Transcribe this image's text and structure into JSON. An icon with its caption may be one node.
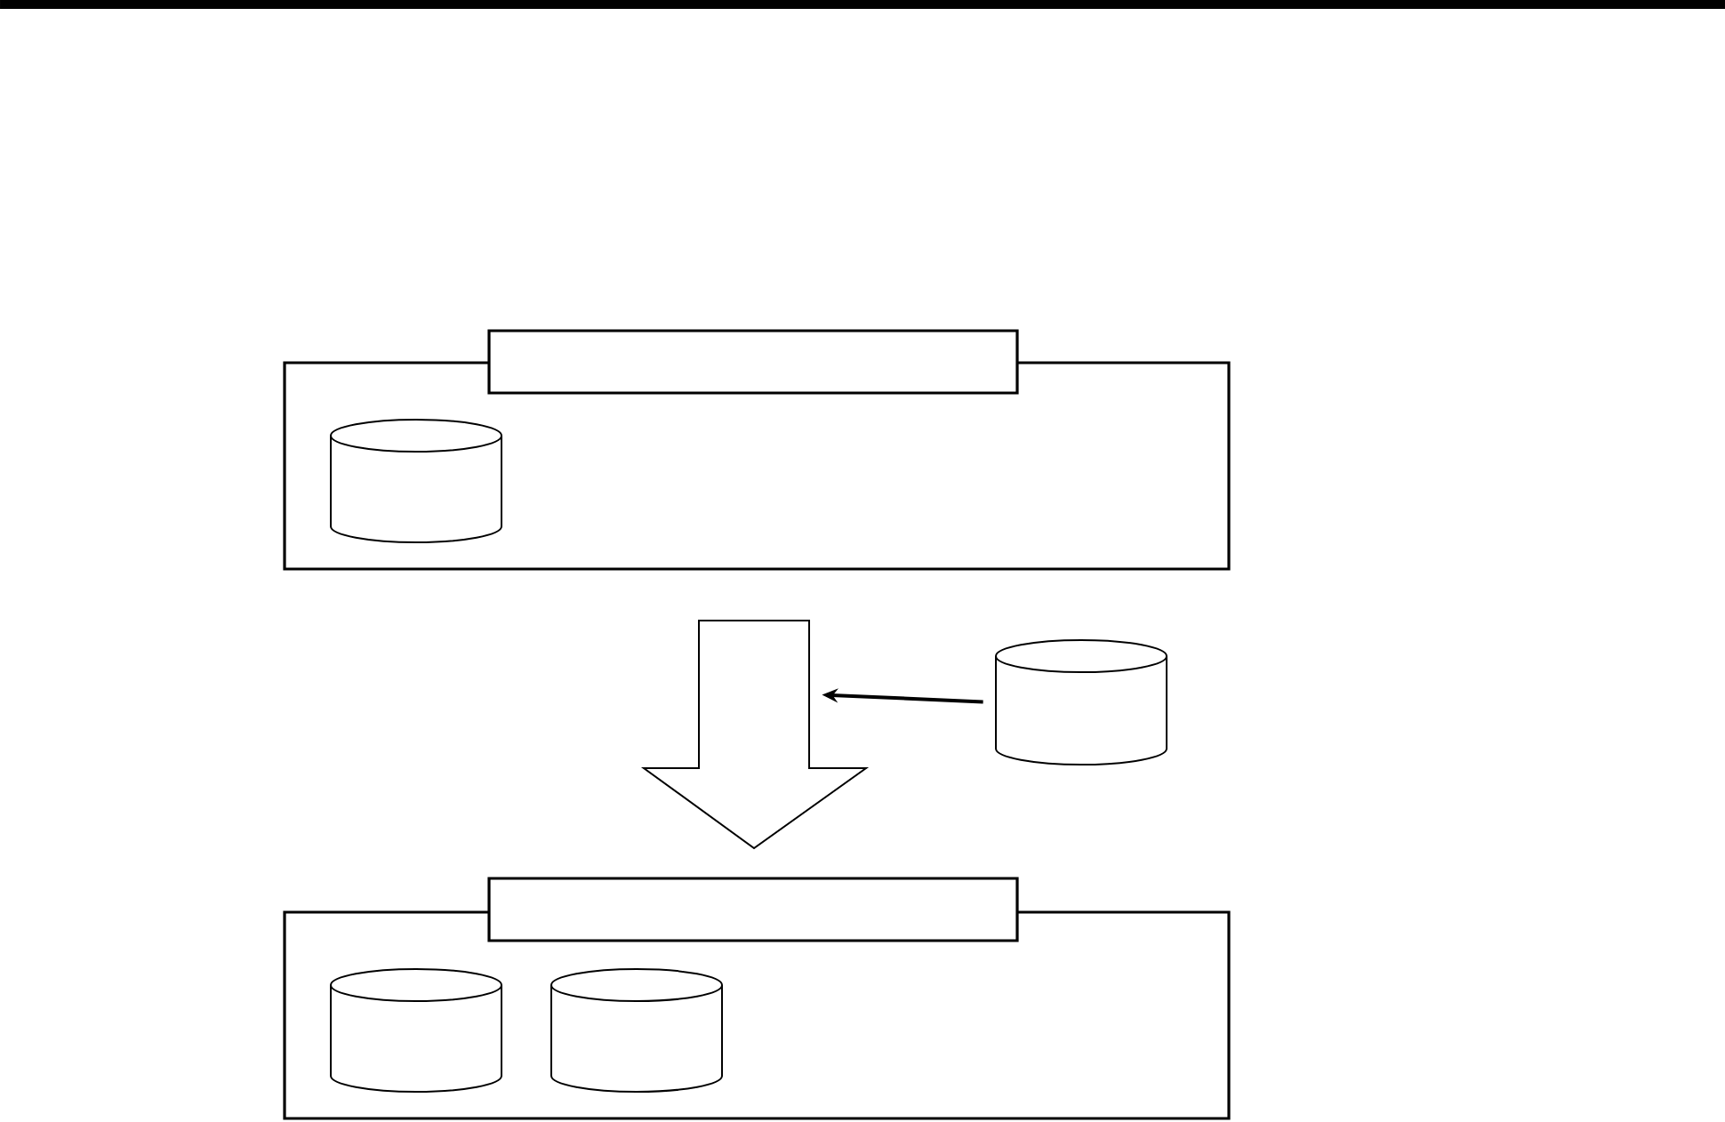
{
  "diagram": {
    "nodes": [
      {
        "text": [],
        "shape": "box"
      },
      {
        "text": [],
        "shape": "box"
      },
      {
        "text": [],
        "shape": "cylinder",
        "in": 0
      },
      {
        "text": [],
        "shape": "arrow"
      },
      {
        "text": [],
        "shape": "cylinder"
      },
      {
        "text": [],
        "shape": "box"
      },
      {
        "text": [],
        "shape": "box"
      },
      {
        "text": [],
        "shape": "cylinder",
        "in": 5
      },
      {
        "text": [],
        "shape": "cylinder",
        "in": 5
      }
    ],
    "edges": [
      {
        "from": 4,
        "to": 3,
        "arrow": "to"
      }
    ]
  }
}
